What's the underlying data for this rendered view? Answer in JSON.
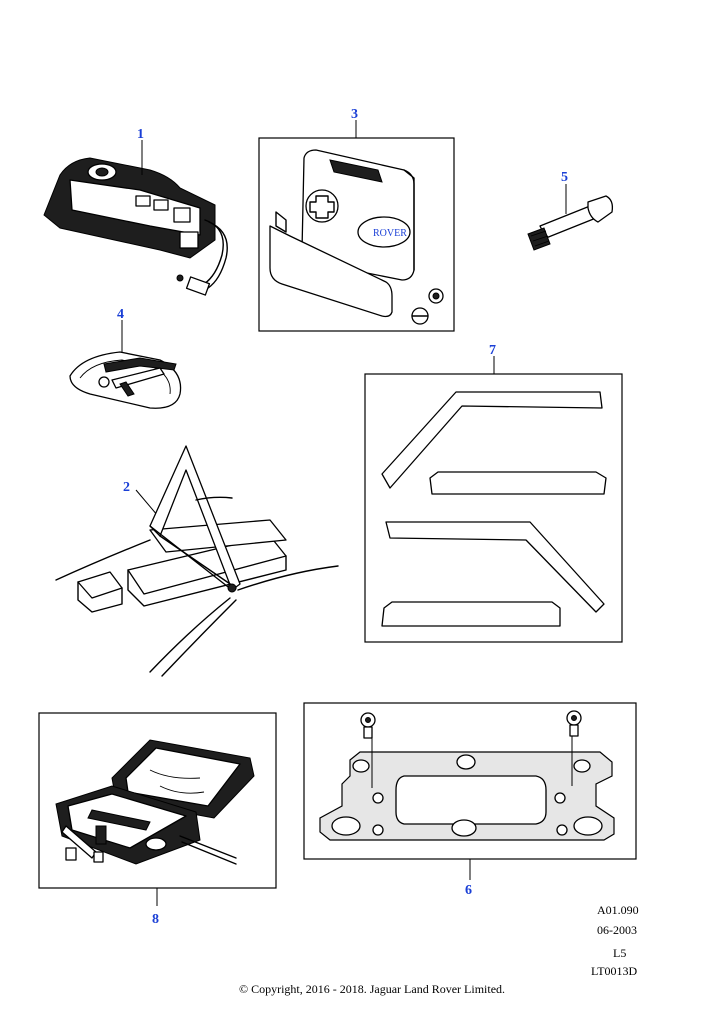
{
  "callouts": {
    "c1": "1",
    "c2": "2",
    "c3": "3",
    "c4": "4",
    "c5": "5",
    "c6": "6",
    "c7": "7",
    "c8": "8"
  },
  "first_aid_kit_logo": "ROVER",
  "reference": {
    "line1": "A01.090",
    "line2": "06-2003",
    "line3": "L5",
    "line4": "LT0013D"
  },
  "copyright": "© Copyright, 2016 - 2018. Jaguar Land Rover Limited.",
  "colors": {
    "callout": "#1a3fd6",
    "line": "#000000"
  }
}
